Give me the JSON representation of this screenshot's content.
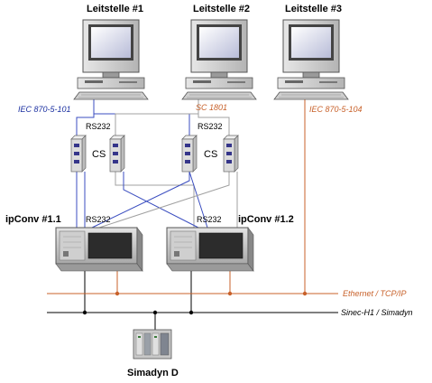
{
  "stations": [
    {
      "label": "Leitstelle #1"
    },
    {
      "label": "Leitstelle #2"
    },
    {
      "label": "Leitstelle #3"
    }
  ],
  "protocols": {
    "iec101": "IEC 870-5-101",
    "sc1801": "SC 1801",
    "iec104": "IEC 870-5-104"
  },
  "serial": {
    "rs232": "RS232",
    "cs": "CS"
  },
  "converters": [
    {
      "label": "ipConv #1.1"
    },
    {
      "label": "ipConv #1.2"
    }
  ],
  "networks": {
    "ethernet": "Ethernet / TCP/IP",
    "sinec": "Sinec-H1 / Simadyn"
  },
  "device": {
    "label": "Simadyn D"
  },
  "colors": {
    "blue_line": "#3b4ec0",
    "orange_line": "#c8612a",
    "gray_line": "#a0a0a0",
    "protocol_blue": "#1a2fa0",
    "protocol_orange": "#c8612a"
  }
}
